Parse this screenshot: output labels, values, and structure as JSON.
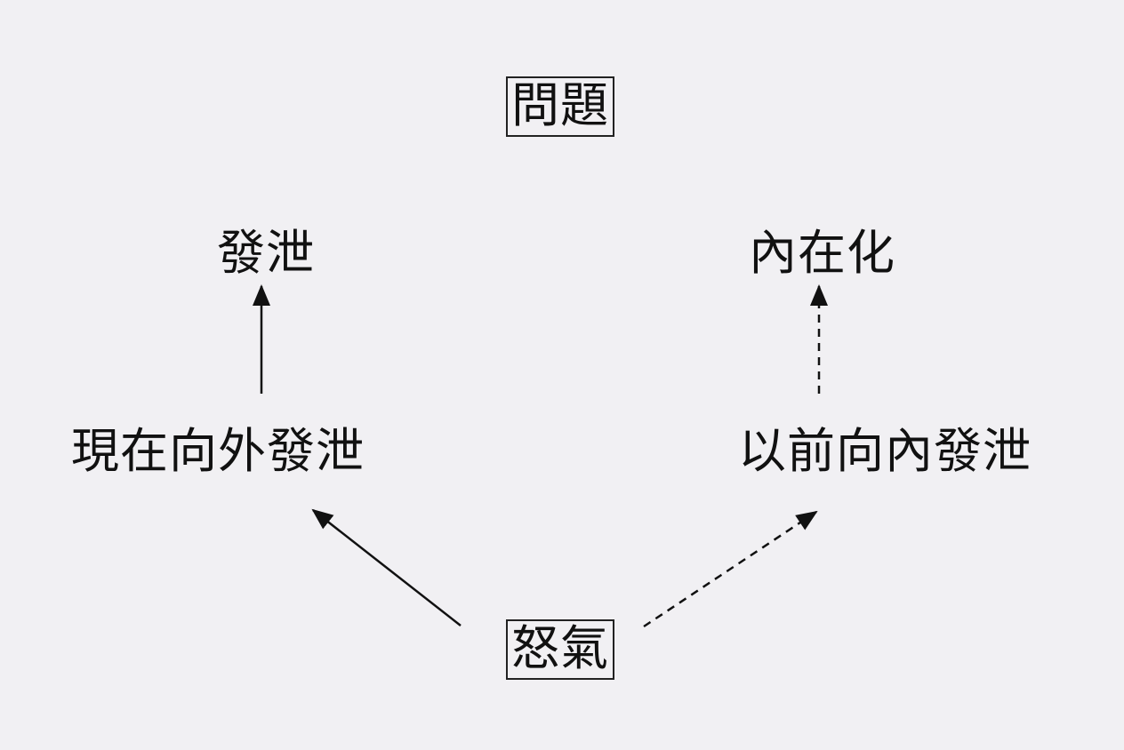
{
  "diagram": {
    "nodes": {
      "problem": "問題",
      "venting": "發泄",
      "internalization": "內在化",
      "outward_now": "現在向外發泄",
      "inward_before": "以前向內發泄",
      "anger": "怒氣"
    },
    "edges": [
      {
        "from": "anger",
        "to": "outward_now",
        "style": "solid"
      },
      {
        "from": "anger",
        "to": "inward_before",
        "style": "dashed"
      },
      {
        "from": "outward_now",
        "to": "venting",
        "style": "solid"
      },
      {
        "from": "inward_before",
        "to": "internalization",
        "style": "dashed"
      }
    ],
    "colors": {
      "background": "#f1f0f3",
      "ink": "#111111"
    }
  }
}
